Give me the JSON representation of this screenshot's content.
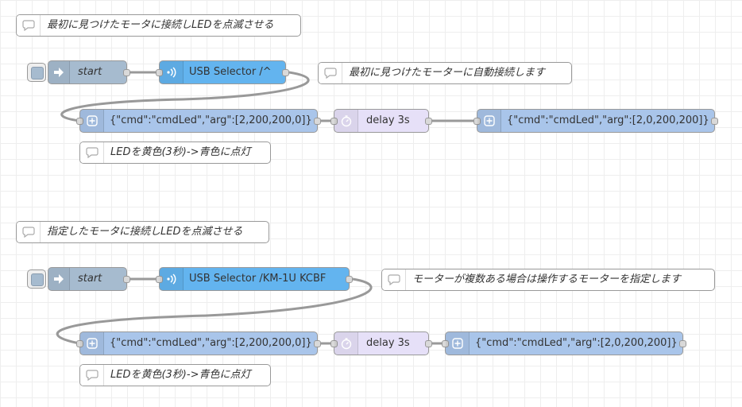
{
  "flows": [
    {
      "title_comment": "最初に見つけたモータに接続しLEDを点滅させる",
      "inject": {
        "label": "start",
        "icon": "arrow-right-icon"
      },
      "serial": {
        "label": "USB Selector /^",
        "icon": "usb-serial-icon"
      },
      "serial_comment": "最初に見つけたモーターに自動接続します",
      "func1": {
        "label": "{\"cmd\":\"cmdLed\",\"arg\":[2,200,200,0]}",
        "icon": "function-icon"
      },
      "delay": {
        "label": "delay 3s",
        "icon": "timer-icon"
      },
      "func2": {
        "label": "{\"cmd\":\"cmdLed\",\"arg\":[2,0,200,200]}",
        "icon": "function-icon"
      },
      "led_comment": "LEDを黄色(3秒)->青色に点灯"
    },
    {
      "title_comment": "指定したモータに接続しLEDを点滅させる",
      "inject": {
        "label": "start",
        "icon": "arrow-right-icon"
      },
      "serial": {
        "label": "USB Selector /KM-1U KCBF",
        "icon": "usb-serial-icon"
      },
      "serial_comment": "モーターが複数ある場合は操作するモーターを指定します",
      "func1": {
        "label": "{\"cmd\":\"cmdLed\",\"arg\":[2,200,200,0]}",
        "icon": "function-icon"
      },
      "delay": {
        "label": "delay 3s",
        "icon": "timer-icon"
      },
      "func2": {
        "label": "{\"cmd\":\"cmdLed\",\"arg\":[2,0,200,200]}",
        "icon": "function-icon"
      },
      "led_comment": "LEDを黄色(3秒)->青色に点灯"
    }
  ],
  "colors": {
    "inject": "#a6bbcf",
    "serial": "#63b4ef",
    "function": "#a9c5ea",
    "delay": "#e6e0f8",
    "wire": "#999999"
  }
}
